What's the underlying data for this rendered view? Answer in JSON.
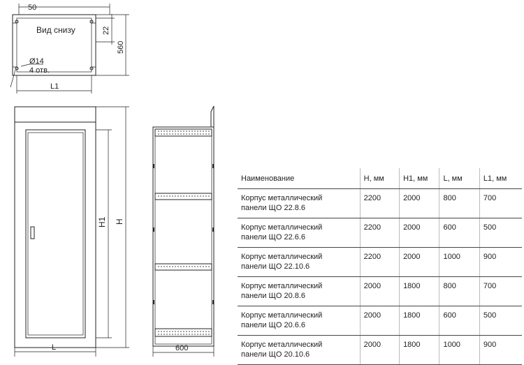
{
  "bottom_view": {
    "title": "Вид снизу",
    "dim_top": "50",
    "dim_side_small": "22",
    "dim_height": "560",
    "hole_diameter": "Ø14",
    "hole_count": "4 отв.",
    "dim_width": "L1"
  },
  "front_view": {
    "dim_h1": "H1",
    "dim_h": "H",
    "dim_width": "L"
  },
  "side_view": {
    "dim_depth": "600"
  },
  "table": {
    "headers": [
      "Наименование",
      "H, мм",
      "H1, мм",
      "L, мм",
      "L1, мм"
    ],
    "rows": [
      {
        "name_line1": "Корпус металлический",
        "name_line2": "панели ЩО 22.8.6",
        "h": "2200",
        "h1": "2000",
        "l": "800",
        "l1": "700"
      },
      {
        "name_line1": "Корпус металлический",
        "name_line2": "панели ЩО 22.6.6",
        "h": "2200",
        "h1": "2000",
        "l": "600",
        "l1": "500"
      },
      {
        "name_line1": "Корпус металлический",
        "name_line2": "панели ЩО 22.10.6",
        "h": "2200",
        "h1": "2000",
        "l": "1000",
        "l1": "900"
      },
      {
        "name_line1": "Корпус металлический",
        "name_line2": "панели ЩО 20.8.6",
        "h": "2000",
        "h1": "1800",
        "l": "800",
        "l1": "700"
      },
      {
        "name_line1": "Корпус металлический",
        "name_line2": "панели ЩО 20.6.6",
        "h": "2000",
        "h1": "1800",
        "l": "600",
        "l1": "500"
      },
      {
        "name_line1": "Корпус металлический",
        "name_line2": "панели ЩО 20.10.6",
        "h": "2000",
        "h1": "1800",
        "l": "1000",
        "l1": "900"
      }
    ]
  }
}
